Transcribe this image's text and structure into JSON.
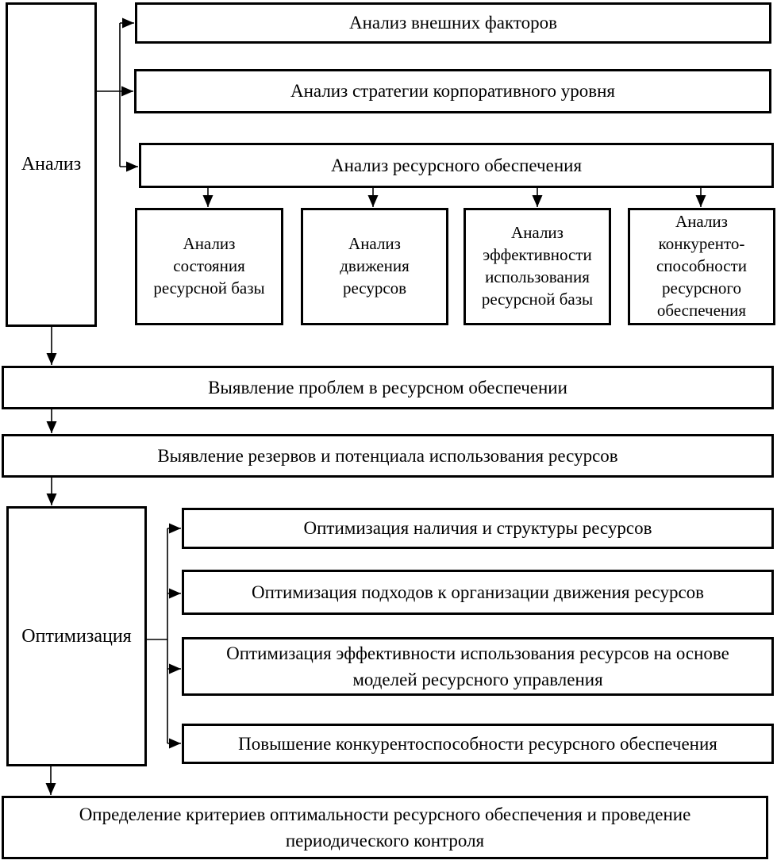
{
  "colors": {
    "ink": "#000000",
    "paper": "#ffffff"
  },
  "stage_analysis": {
    "label": "Анализ"
  },
  "stage_optimization": {
    "label": "Оптимизация"
  },
  "analysis_boxes": [
    {
      "label": "Анализ внешних факторов"
    },
    {
      "label": "Анализ стратегии корпоративного уровня"
    },
    {
      "label": "Анализ ресурсного обеспечения"
    }
  ],
  "resource_analysis_boxes": [
    {
      "label": "Анализ состояния ресурсной базы"
    },
    {
      "label": "Анализ движения ресурсов"
    },
    {
      "label": "Анализ эффективности использования ресурсной базы"
    },
    {
      "label": "Анализ конкуренто-способности ресурсного обеспечения"
    }
  ],
  "bars": {
    "problems": {
      "label": "Выявление проблем в ресурсном обеспечении"
    },
    "reserves": {
      "label": "Выявление резервов и потенциала использования ресурсов"
    },
    "criteria": {
      "label": "Определение критериев оптимальности ресурсного обеспечения и проведение периодического контроля"
    }
  },
  "optimization_boxes": [
    {
      "label": "Оптимизация наличия и структуры ресурсов"
    },
    {
      "label": "Оптимизация подходов к организации движения ресурсов"
    },
    {
      "label": "Оптимизация эффективности использования ресурсов на основе моделей ресурсного управления"
    },
    {
      "label": "Повышение конкурентоспособности ресурсного обеспечения"
    }
  ]
}
